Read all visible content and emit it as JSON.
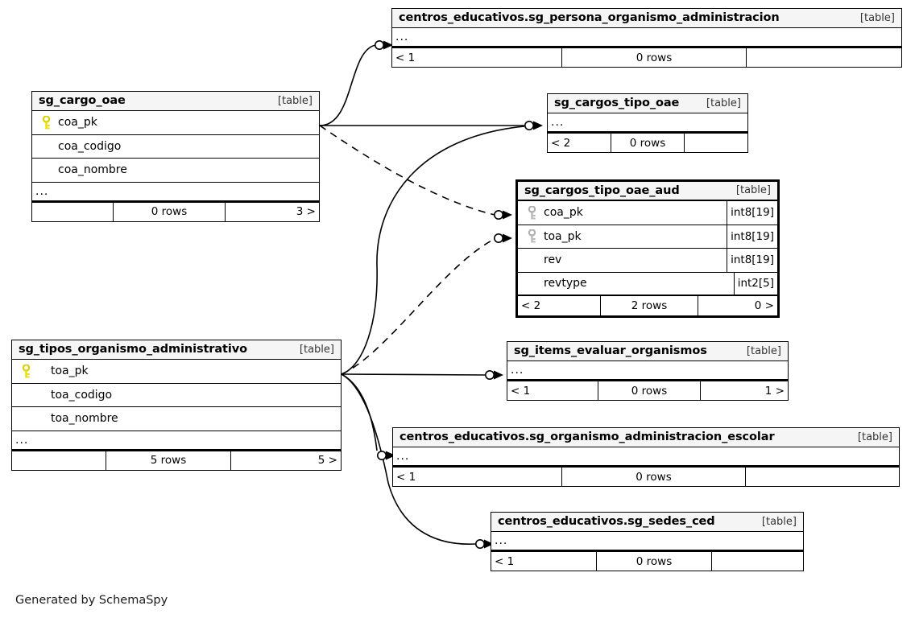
{
  "diagram": {
    "generator_credit": "Generated by SchemaSpy",
    "kind_label": "[table]",
    "ellipsis": "...",
    "key_color_primary": "#e8e000",
    "key_color_inherited": "#b0b0b0",
    "header_bg": "#f5f5f5",
    "line_color": "#000000"
  },
  "tables": [
    {
      "id": "sg_persona_organismo_administracion",
      "name": "centros_educativos.sg_persona_organismo_administracion",
      "kind": "[table]",
      "columns": [],
      "has_ellipsis": true,
      "footer": {
        "left": "< 1",
        "middle": "0 rows",
        "right": ""
      },
      "emphasized": false
    },
    {
      "id": "sg_cargo_oae",
      "name": "sg_cargo_oae",
      "kind": "[table]",
      "columns": [
        {
          "label": "coa_pk",
          "key": "primary",
          "type": ""
        },
        {
          "label": "coa_codigo",
          "key": "none",
          "type": ""
        },
        {
          "label": "coa_nombre",
          "key": "none",
          "type": ""
        }
      ],
      "has_ellipsis": true,
      "footer": {
        "left": "",
        "middle": "0 rows",
        "right": "3 >"
      },
      "emphasized": false
    },
    {
      "id": "sg_cargos_tipo_oae",
      "name": "sg_cargos_tipo_oae",
      "kind": "[table]",
      "columns": [],
      "has_ellipsis": true,
      "footer": {
        "left": "< 2",
        "middle": "0 rows",
        "right": ""
      },
      "emphasized": false
    },
    {
      "id": "sg_cargos_tipo_oae_aud",
      "name": "sg_cargos_tipo_oae_aud",
      "kind": "[table]",
      "columns": [
        {
          "label": "coa_pk",
          "key": "inherited",
          "type": "int8[19]"
        },
        {
          "label": "toa_pk",
          "key": "inherited",
          "type": "int8[19]"
        },
        {
          "label": "rev",
          "key": "none",
          "type": "int8[19]"
        },
        {
          "label": "revtype",
          "key": "none",
          "type": "int2[5]"
        }
      ],
      "has_ellipsis": false,
      "footer": {
        "left": "< 2",
        "middle": "2 rows",
        "right": "0 >"
      },
      "emphasized": true
    },
    {
      "id": "sg_tipos_organismo_administrativo",
      "name": "sg_tipos_organismo_administrativo",
      "kind": "[table]",
      "columns": [
        {
          "label": "toa_pk",
          "key": "primary",
          "type": ""
        },
        {
          "label": "toa_codigo",
          "key": "none",
          "type": ""
        },
        {
          "label": "toa_nombre",
          "key": "none",
          "type": ""
        }
      ],
      "has_ellipsis": true,
      "footer": {
        "left": "",
        "middle": "5 rows",
        "right": "5 >"
      },
      "emphasized": false
    },
    {
      "id": "sg_items_evaluar_organismos",
      "name": "sg_items_evaluar_organismos",
      "kind": "[table]",
      "columns": [],
      "has_ellipsis": true,
      "footer": {
        "left": "< 1",
        "middle": "0 rows",
        "right": "1 >"
      },
      "emphasized": false
    },
    {
      "id": "sg_organismo_administracion_escolar",
      "name": "centros_educativos.sg_organismo_administracion_escolar",
      "kind": "[table]",
      "columns": [],
      "has_ellipsis": true,
      "footer": {
        "left": "< 1",
        "middle": "0 rows",
        "right": ""
      },
      "emphasized": false
    },
    {
      "id": "sg_sedes_ced",
      "name": "centros_educativos.sg_sedes_ced",
      "kind": "[table]",
      "columns": [],
      "has_ellipsis": true,
      "footer": {
        "left": "< 1",
        "middle": "0 rows",
        "right": ""
      },
      "emphasized": false
    }
  ],
  "relationships": [
    {
      "from": "sg_cargo_oae",
      "to": "sg_persona_organismo_administracion",
      "style": "solid"
    },
    {
      "from": "sg_cargo_oae",
      "to": "sg_cargos_tipo_oae",
      "style": "solid"
    },
    {
      "from": "sg_cargo_oae",
      "to": "sg_cargos_tipo_oae_aud.coa_pk",
      "style": "dashed"
    },
    {
      "from": "sg_tipos_organismo_administrativo",
      "to": "sg_cargos_tipo_oae_aud.toa_pk",
      "style": "dashed"
    },
    {
      "from": "sg_tipos_organismo_administrativo",
      "to": "sg_cargos_tipo_oae",
      "style": "solid"
    },
    {
      "from": "sg_tipos_organismo_administrativo",
      "to": "sg_items_evaluar_organismos",
      "style": "solid"
    },
    {
      "from": "sg_tipos_organismo_administrativo",
      "to": "sg_organismo_administracion_escolar",
      "style": "solid"
    },
    {
      "from": "sg_tipos_organismo_administrativo",
      "to": "sg_sedes_ced",
      "style": "solid"
    }
  ]
}
